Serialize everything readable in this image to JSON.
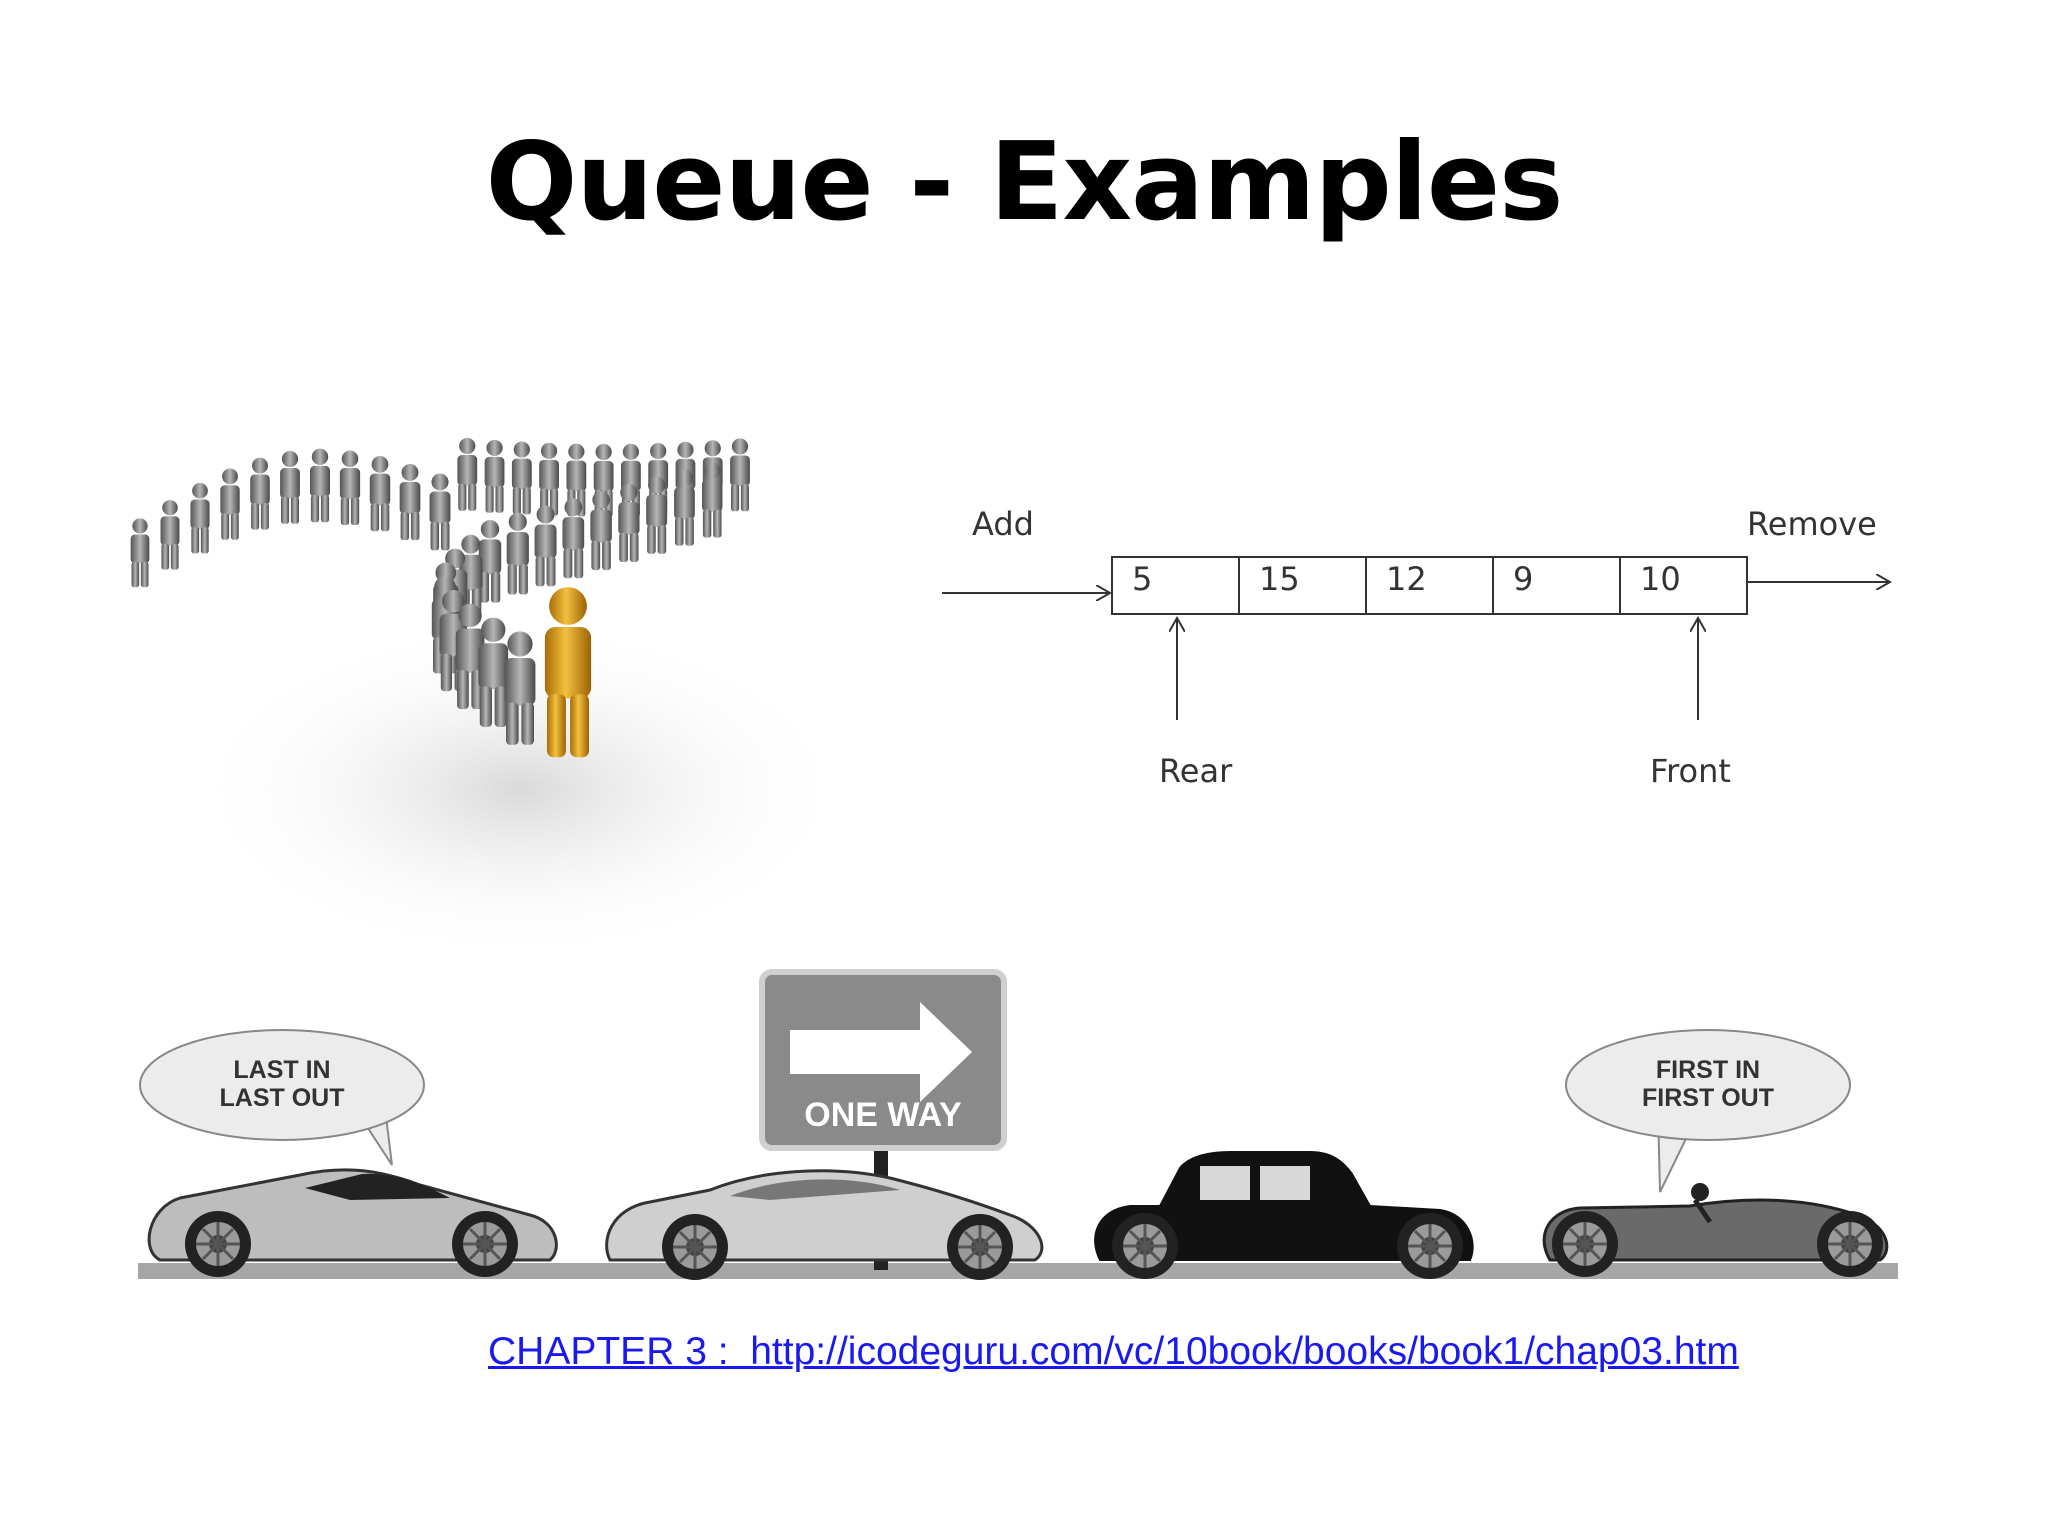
{
  "slide": {
    "title": "Queue - Examples",
    "link_text": "CHAPTER 3 :  http://icodeguru.com/vc/10book/books/book1/chap03.htm"
  },
  "queue_diagram": {
    "add_label": "Add",
    "remove_label": "Remove",
    "cells": [
      "5",
      "15",
      "12",
      "9",
      "10"
    ],
    "rear_label": "Rear",
    "front_label": "Front"
  },
  "cars_illustration": {
    "left_bubble": [
      "LAST IN",
      "LAST OUT"
    ],
    "right_bubble": [
      "FIRST IN",
      "FIRST OUT"
    ],
    "sign": "ONE WAY"
  },
  "colors": {
    "link": "#1a1aee",
    "highlight_person": "#e0a020",
    "people": "#7a7a7a",
    "sign_bg": "#8a8a8a",
    "road": "#a6a6a6"
  }
}
